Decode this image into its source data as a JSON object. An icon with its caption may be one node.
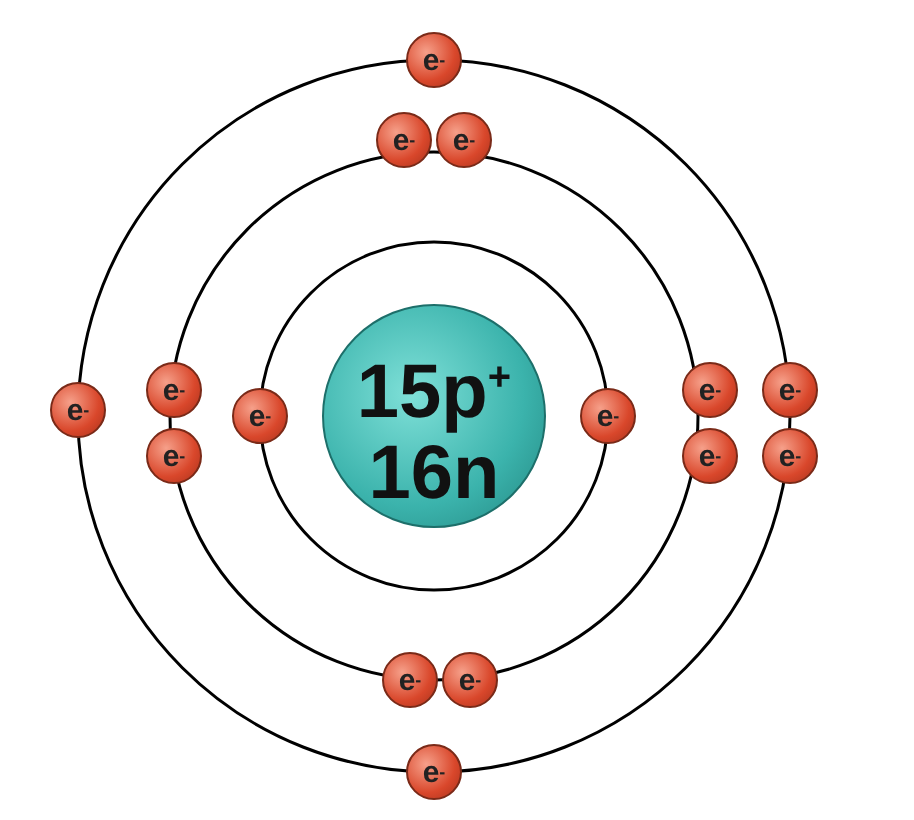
{
  "diagram": {
    "nodes": [
      {
        "text": [
          "15p$^{+}$ 16n"
        ]
      },
      {
        "text": [
          "e$^{-}$"
        ]
      },
      {
        "text": [
          "e$^{-}$"
        ]
      },
      {
        "text": [
          "e$^{-}$"
        ]
      },
      {
        "text": [
          "e$^{-}$"
        ]
      },
      {
        "text": [
          "e$^{-}$"
        ]
      },
      {
        "text": [
          "e$^{-}$"
        ]
      },
      {
        "text": [
          "e$^{-}$"
        ]
      },
      {
        "text": [
          "e$^{-}$"
        ]
      },
      {
        "text": [
          "e$^{-}$"
        ]
      },
      {
        "text": [
          "e$^{-}$"
        ]
      },
      {
        "text": [
          "e$^{-}$"
        ]
      },
      {
        "text": [
          "e$^{-}$"
        ]
      },
      {
        "text": [
          "e$^{-}$"
        ]
      },
      {
        "text": [
          "e$^{-}$"
        ]
      },
      {
        "text": [
          "e$^{-}$"
        ]
      }
    ]
  }
}
